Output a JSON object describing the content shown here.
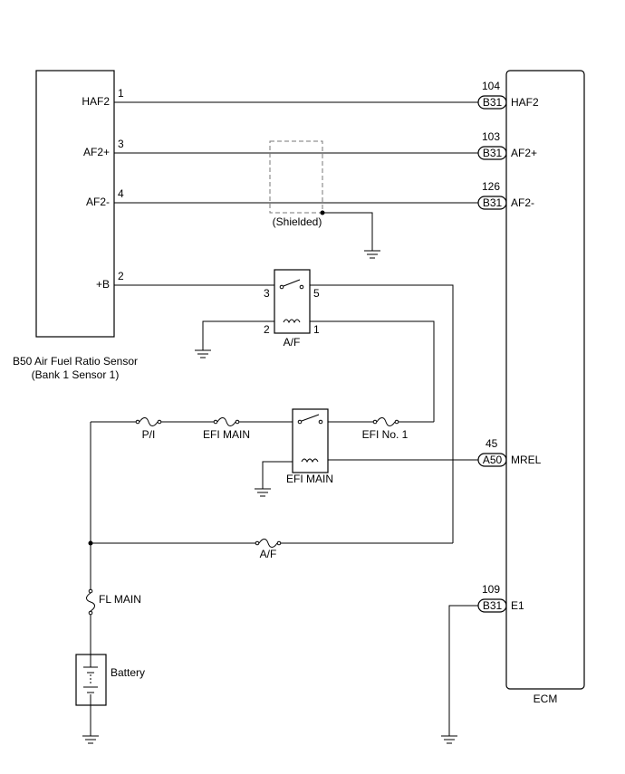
{
  "sensor": {
    "name_line1": "B50 Air Fuel Ratio Sensor",
    "name_line2": "(Bank 1 Sensor 1)",
    "terminals": [
      {
        "label": "HAF2",
        "pin": "1"
      },
      {
        "label": "AF2+",
        "pin": "3"
      },
      {
        "label": "AF2-",
        "pin": "4"
      },
      {
        "label": "+B",
        "pin": "2"
      }
    ]
  },
  "ecm": {
    "name": "ECM",
    "terminals": [
      {
        "label": "HAF2",
        "pin": "104",
        "connector": "B31"
      },
      {
        "label": "AF2+",
        "pin": "103",
        "connector": "B31"
      },
      {
        "label": "AF2-",
        "pin": "126",
        "connector": "B31"
      },
      {
        "label": "MREL",
        "pin": "45",
        "connector": "A50"
      },
      {
        "label": "E1",
        "pin": "109",
        "connector": "B31"
      }
    ]
  },
  "shield": {
    "label": "(Shielded)"
  },
  "af_relay": {
    "name": "A/F",
    "pins": {
      "p3": "3",
      "p5": "5",
      "p2": "2",
      "p1": "1"
    }
  },
  "efi_main_relay": {
    "name": "EFI MAIN"
  },
  "fuses": {
    "pi": "P/I",
    "efi_main": "EFI MAIN",
    "efi_no1": "EFI No. 1",
    "af": "A/F",
    "fl_main": "FL MAIN"
  },
  "battery": {
    "label": "Battery"
  }
}
